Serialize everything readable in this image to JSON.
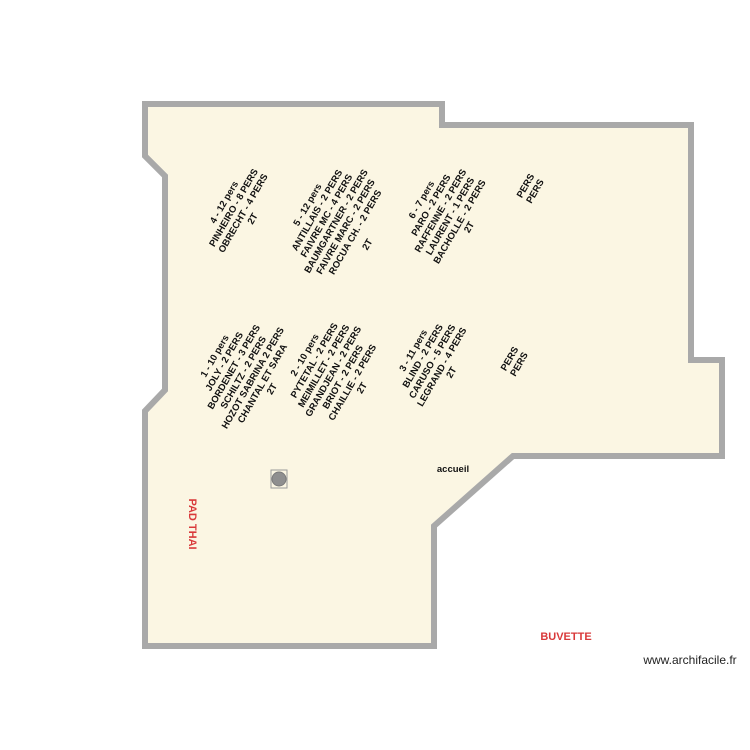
{
  "colors": {
    "floor": "#fbf6e3",
    "wall": "#a9a9a9",
    "zone_text": "#d9393a",
    "text": "#111111"
  },
  "tables": [
    {
      "id": "t4",
      "lines": [
        "4 - 12 pers",
        "PINHEIRO - 8 PERS",
        "OBRECHT - 4 PERS",
        "2T"
      ]
    },
    {
      "id": "t5",
      "lines": [
        "5 - 12 pers",
        "ANTILLAIS - 2 PERS",
        "FAIVRE MC - 4 PERS",
        "BAUMGARTNER - 2 PERS",
        "FAIVRE MARC - 2 PERS",
        "ROCUA CH. - 2 PERS"
      ]
    },
    {
      "id": "t5b",
      "lines": [
        "2T"
      ]
    },
    {
      "id": "t6",
      "lines": [
        "6 - 7 pers",
        "PARO - 2 PERS",
        "RAFFENNE - 2 PERS",
        "LAURENT - 1 PERS",
        "BACHOLLE - 2 PERS",
        "2T"
      ]
    },
    {
      "id": "t7",
      "lines": [
        "PERS",
        "PERS"
      ]
    },
    {
      "id": "t1",
      "lines": [
        "1 - 10 pers",
        "JOLY - 2 PERS",
        "BORDENET - 3 PERS",
        "SCHILTZ - 2 PERS",
        "HOZOT SABRINA 2 PERS",
        "CHANTAL ET SARA",
        "2T"
      ]
    },
    {
      "id": "t2",
      "lines": [
        "2 - 10 pers",
        "PYTETAL - 2 PERS",
        "MEIMILLET - 2 PERS",
        "GRANDJEAN - 2 PERS",
        "BRIOT - 2 PERS",
        "CHAILLIE - 2 PERS",
        "2T"
      ]
    },
    {
      "id": "t3",
      "lines": [
        "3 - 11 pers",
        "BLIND - 2 PERS",
        "CARUSO - 5 PERS",
        "LEGRAND - 4 PERS",
        "2T"
      ]
    },
    {
      "id": "t8",
      "lines": [
        "PERS",
        "PERS"
      ]
    }
  ],
  "labels": {
    "accueil": "accueil",
    "pad_thai": "PAD THAI",
    "buvette": "BUVETTE",
    "watermark": "www.archifacile.fr"
  },
  "icons": {
    "round_table": "round-table-icon"
  }
}
